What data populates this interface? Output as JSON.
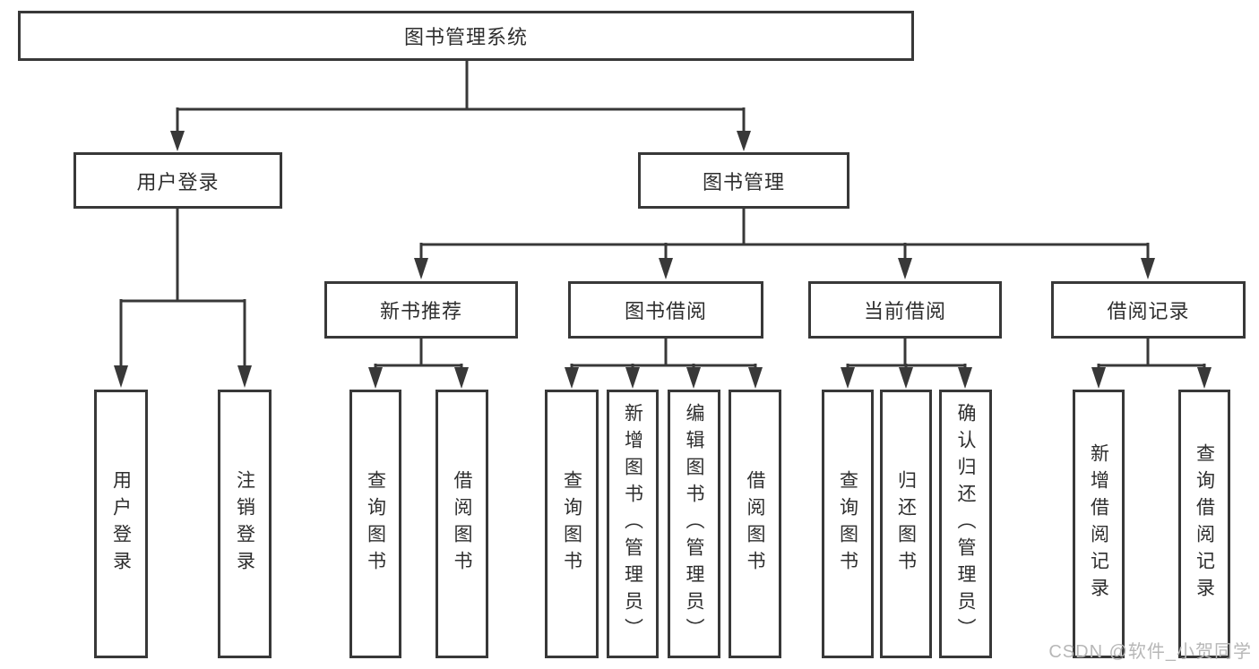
{
  "colors": {
    "line": "#383838",
    "text": "#2e2e2e",
    "background": "#ffffff",
    "watermark": "#b7b7b7"
  },
  "watermark": "CSDN @软件_小贺同学",
  "tree": {
    "root": "图书管理系统",
    "branches": [
      {
        "label": "用户登录",
        "children": [
          "用户登录",
          "注销登录"
        ]
      },
      {
        "label": "图书管理",
        "children": [
          {
            "label": "新书推荐",
            "children": [
              "查询图书",
              "借阅图书"
            ]
          },
          {
            "label": "图书借阅",
            "children": [
              "查询图书",
              "新增图书（管理员）",
              "编辑图书（管理员）",
              "借阅图书"
            ]
          },
          {
            "label": "当前借阅",
            "children": [
              "查询图书",
              "归还图书",
              "确认归还（管理员）"
            ]
          },
          {
            "label": "借阅记录",
            "children": [
              "新增借阅记录",
              "查询借阅记录"
            ]
          }
        ]
      }
    ]
  }
}
